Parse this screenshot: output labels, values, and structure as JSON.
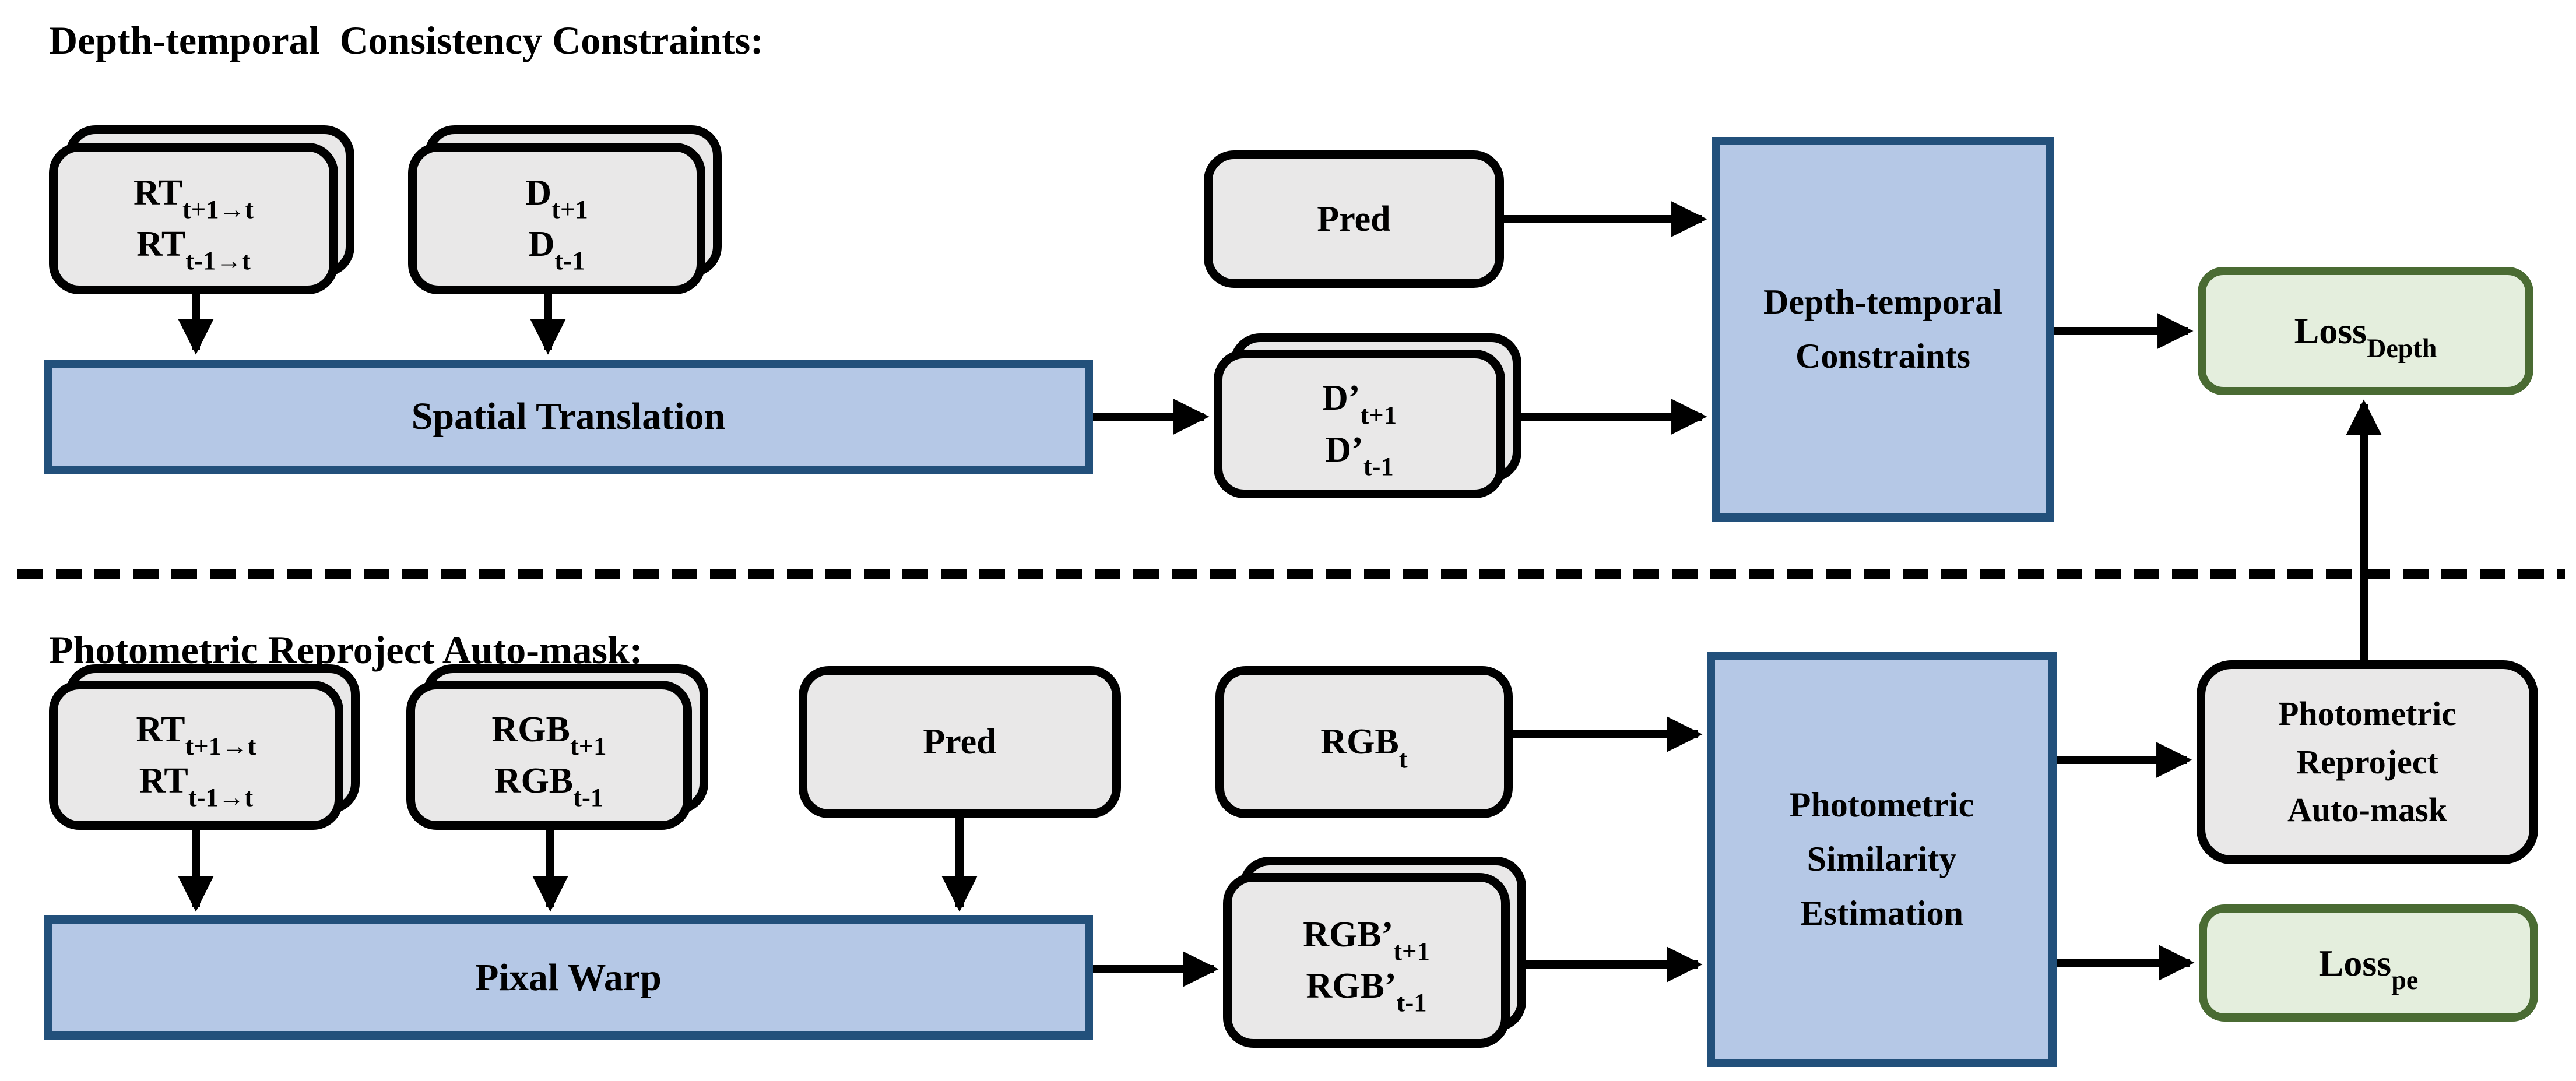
{
  "titles": {
    "top": "Depth-temporal  Consistency Constraints:",
    "bottom": "Photometric Reproject Auto-mask:"
  },
  "colors": {
    "blue_fill": "#b5c8e6",
    "blue_border": "#22507b",
    "gray_fill": "#e9e8e8",
    "gray_border": "#000000",
    "green_fill": "#e4eedd",
    "green_border": "#4a6b33",
    "arrow": "#000000",
    "text": "#000000"
  },
  "boxes": {
    "rt_top": {
      "line1": {
        "base": "RT",
        "sub": "t+1→t"
      },
      "line2": {
        "base": "RT",
        "sub": "t-1→t"
      }
    },
    "d_top": {
      "line1": {
        "base": "D",
        "sub": "t+1"
      },
      "line2": {
        "base": "D",
        "sub": "t-1"
      }
    },
    "pred_top": {
      "label": "Pred"
    },
    "spatial_translation": {
      "label": "Spatial Translation"
    },
    "d_prime": {
      "line1": {
        "base": "D’",
        "sub": "t+1"
      },
      "line2": {
        "base": "D’",
        "sub": "t-1"
      }
    },
    "depth_temporal_constraints": {
      "line1": "Depth-temporal",
      "line2": "Constraints"
    },
    "loss_depth": {
      "base": "Loss",
      "sub": "Depth"
    },
    "rt_bottom": {
      "line1": {
        "base": "RT",
        "sub": "t+1→t"
      },
      "line2": {
        "base": "RT",
        "sub": "t-1→t"
      }
    },
    "rgb_inputs": {
      "line1": {
        "base": "RGB",
        "sub": "t+1"
      },
      "line2": {
        "base": "RGB",
        "sub": "t-1"
      }
    },
    "pred_bottom": {
      "label": "Pred"
    },
    "pixal_warp": {
      "label": "Pixal Warp"
    },
    "rgb_t": {
      "base": "RGB",
      "sub": "t"
    },
    "rgb_prime": {
      "line1": {
        "base": "RGB’",
        "sub": "t+1"
      },
      "line2": {
        "base": "RGB’",
        "sub": "t-1"
      }
    },
    "photometric_similarity_estimation": {
      "line1": "Photometric",
      "line2": "Similarity",
      "line3": "Estimation"
    },
    "photometric_reproject_automask": {
      "line1": "Photometric",
      "line2": "Reproject",
      "line3": "Auto-mask"
    },
    "loss_pe": {
      "base": "Loss",
      "sub": "pe"
    }
  }
}
